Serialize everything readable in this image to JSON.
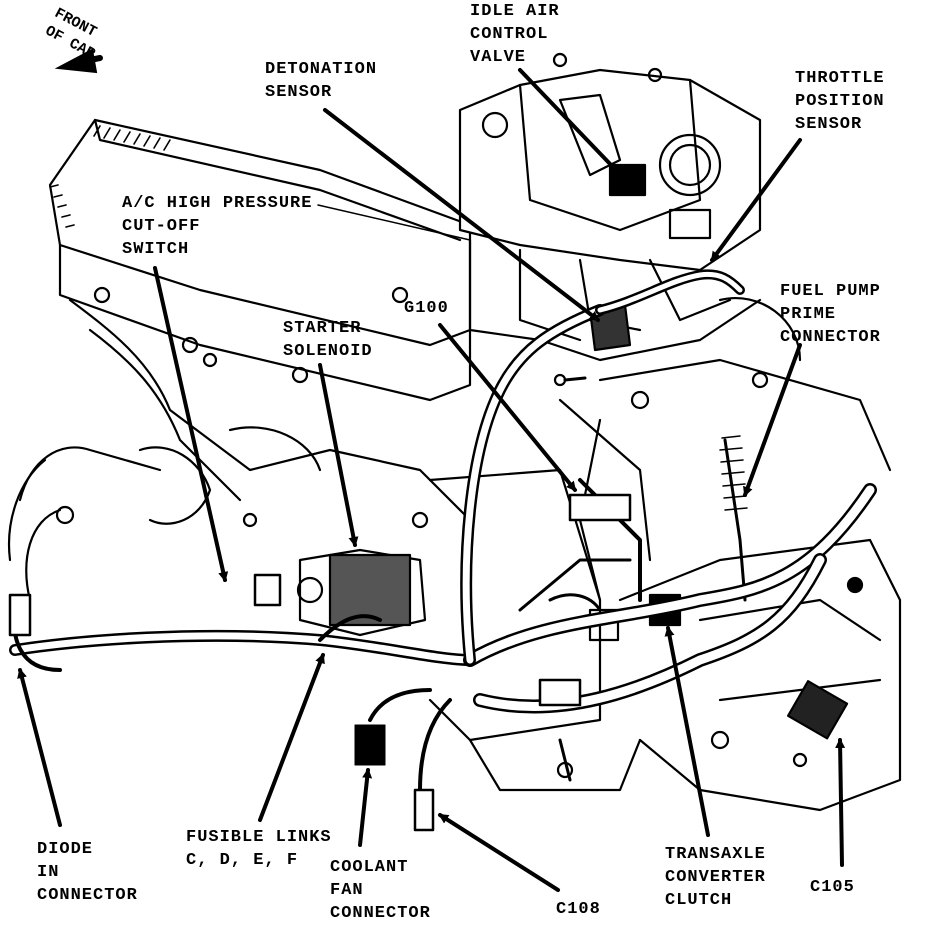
{
  "orientation": {
    "lines": [
      "FRONT",
      "OF CAR"
    ],
    "arrow_icon": "arrow-icon"
  },
  "labels": {
    "idle_air": [
      "IDLE AIR",
      "CONTROL",
      "VALVE"
    ],
    "detonation": [
      "DETONATION",
      "SENSOR"
    ],
    "throttle": [
      "THROTTLE",
      "POSITION",
      "SENSOR"
    ],
    "ac_switch": [
      "A/C HIGH PRESSURE",
      "CUT-OFF",
      "SWITCH"
    ],
    "fuel_pump": [
      "FUEL PUMP",
      "PRIME",
      "CONNECTOR"
    ],
    "g100": [
      "G100"
    ],
    "starter": [
      "STARTER",
      "SOLENOID"
    ],
    "diode": [
      "DIODE",
      "IN",
      "CONNECTOR"
    ],
    "fusible": [
      "FUSIBLE LINKS",
      "C, D, E, F"
    ],
    "coolant": [
      "COOLANT",
      "FAN",
      "CONNECTOR"
    ],
    "c108": [
      "C108"
    ],
    "transaxle": [
      "TRANSAXLE",
      "CONVERTER",
      "CLUTCH"
    ],
    "c105": [
      "C105"
    ]
  },
  "colors": {
    "ink": "#000000",
    "paper": "#ffffff"
  }
}
